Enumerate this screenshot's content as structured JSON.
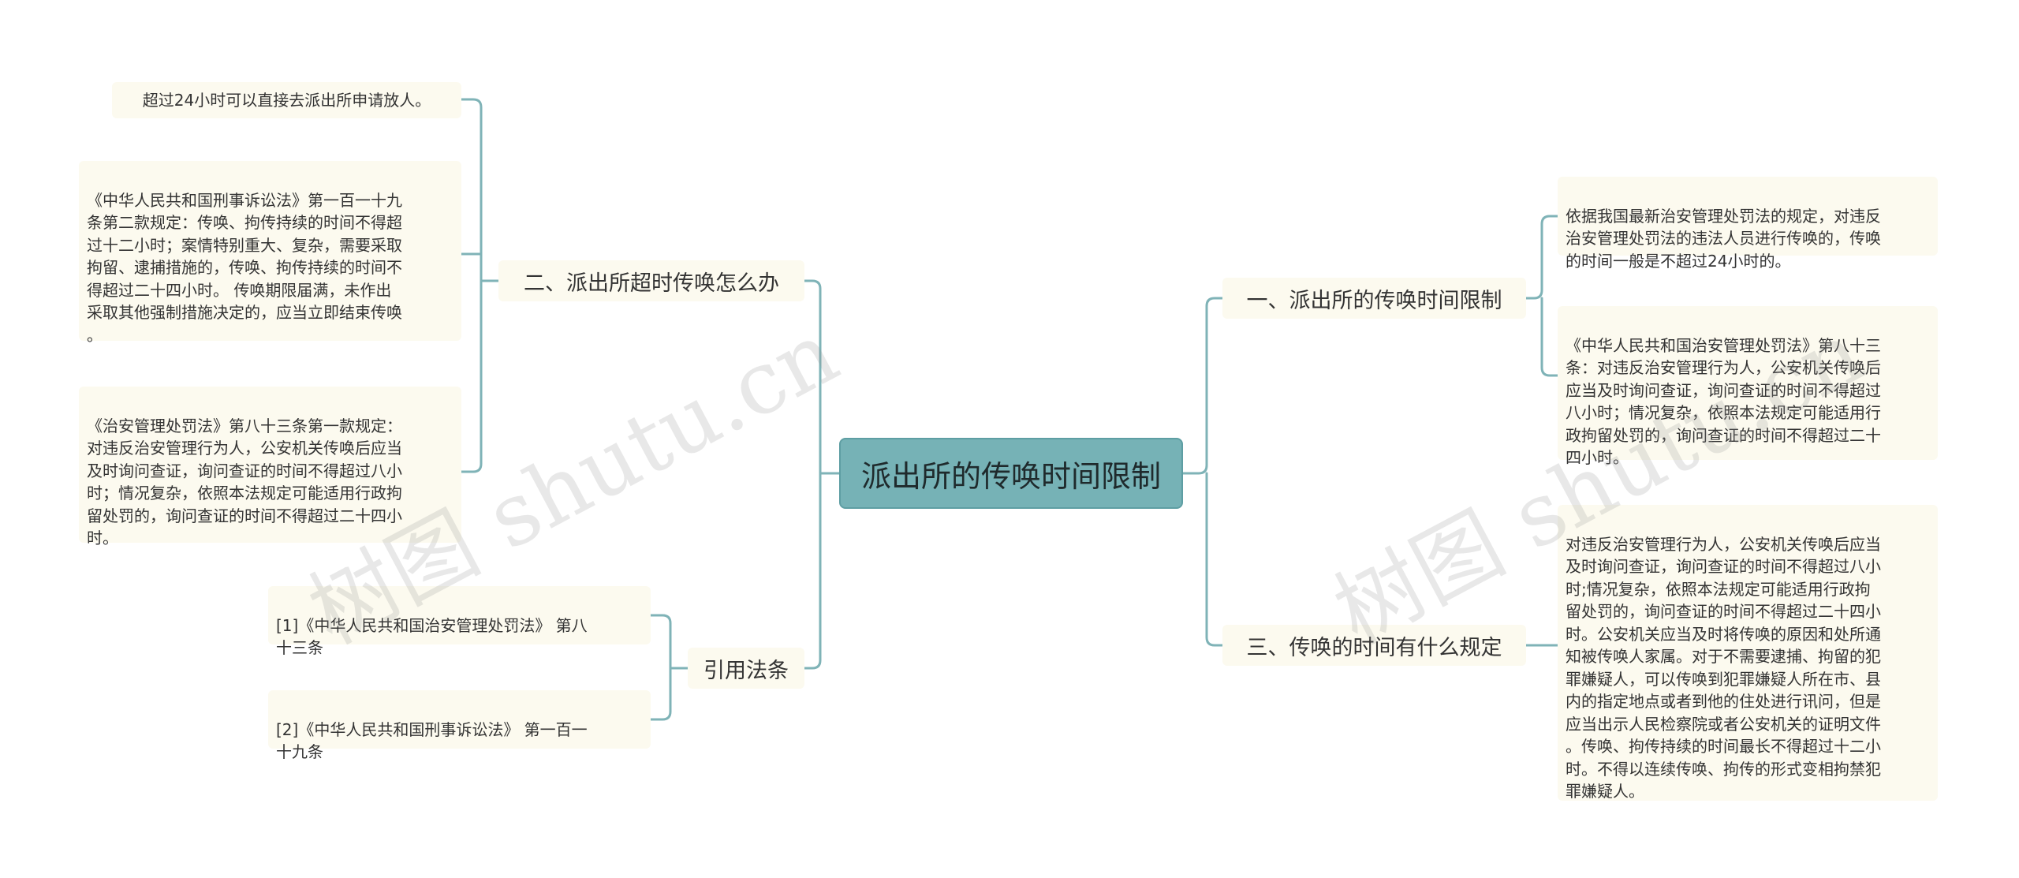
{
  "central": {
    "title": "派出所的传唤时间限制"
  },
  "branches": {
    "b1": {
      "label": "一、派出所的传唤时间限制",
      "leaves": [
        "依据我国最新治安管理处罚法的规定，对违反\n治安管理处罚法的违法人员进行传唤的，传唤\n的时间一般是不超过24小时的。",
        "《中华人民共和国治安管理处罚法》第八十三\n条：对违反治安管理行为人，公安机关传唤后\n应当及时询问查证，询问查证的时间不得超过\n八小时；情况复杂，依照本法规定可能适用行\n政拘留处罚的，询问查证的时间不得超过二十\n四小时。"
      ]
    },
    "b2": {
      "label": "二、派出所超时传唤怎么办",
      "leaves": [
        "超过24小时可以直接去派出所申请放人。",
        "《中华人民共和国刑事诉讼法》第一百一十九\n条第二款规定：传唤、拘传持续的时间不得超\n过十二小时；案情特别重大、复杂，需要采取\n拘留、逮捕措施的，传唤、拘传持续的时间不\n得超过二十四小时。 传唤期限届满，未作出\n采取其他强制措施决定的，应当立即结束传唤\n。",
        "《治安管理处罚法》第八十三条第一款规定：\n对违反治安管理行为人，公安机关传唤后应当\n及时询问查证，询问查证的时间不得超过八小\n时；情况复杂，依照本法规定可能适用行政拘\n留处罚的，询问查证的时间不得超过二十四小\n时。"
      ]
    },
    "b3": {
      "label": "三、传唤的时间有什么规定",
      "leaves": [
        "对违反治安管理行为人，公安机关传唤后应当\n及时询问查证，询问查证的时间不得超过八小\n时;情况复杂，依照本法规定可能适用行政拘\n留处罚的，询问查证的时间不得超过二十四小\n时。公安机关应当及时将传唤的原因和处所通\n知被传唤人家属。对于不需要逮捕、拘留的犯\n罪嫌疑人，可以传唤到犯罪嫌疑人所在市、县\n内的指定地点或者到他的住处进行讯问，但是\n应当出示人民检察院或者公安机关的证明文件\n。传唤、拘传持续的时间最长不得超过十二小\n时。不得以连续传唤、拘传的形式变相拘禁犯\n罪嫌疑人。"
      ]
    },
    "b4": {
      "label": "引用法条",
      "leaves": [
        "[1]《中华人民共和国治安管理处罚法》 第八\n十三条",
        "[2]《中华人民共和国刑事诉讼法》 第一百一\n十九条"
      ]
    }
  },
  "watermarks": [
    "树图 shutu.cn",
    "树图 shutu.cn"
  ],
  "colors": {
    "central_fill": "#76b2b6",
    "node_fill": "#fcfaef",
    "connector": "#7fb3b7"
  }
}
